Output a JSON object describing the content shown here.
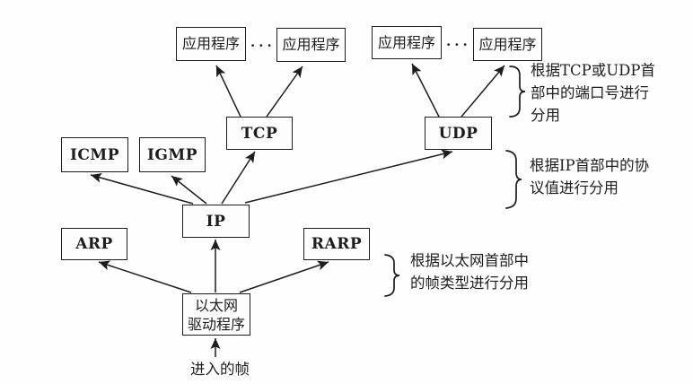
{
  "diagram": {
    "background": "#fefefe",
    "line_color": "#1d1d1d",
    "nodes": {
      "app1": {
        "label": "应用程序"
      },
      "app2": {
        "label": "应用程序"
      },
      "app3": {
        "label": "应用程序"
      },
      "app4": {
        "label": "应用程序"
      },
      "tcp": {
        "label": "TCP"
      },
      "udp": {
        "label": "UDP"
      },
      "icmp": {
        "label": "ICMP"
      },
      "igmp": {
        "label": "IGMP"
      },
      "ip": {
        "label": "IP"
      },
      "arp": {
        "label": "ARP"
      },
      "rarp": {
        "label": "RARP"
      },
      "eth": {
        "lines": [
          "以太网",
          "驱动程序"
        ]
      }
    },
    "ellipsis": "···",
    "annotations": {
      "tcp_udp_ports": {
        "lines": [
          "根据TCP或UDP首",
          "部中的端口号进行",
          "分用"
        ]
      },
      "ip_protocol": {
        "lines": [
          "根据IP首部中的协",
          "议值进行分用"
        ]
      },
      "eth_frame_type": {
        "lines": [
          "根据以太网首部中",
          "的帧类型进行分用"
        ]
      }
    },
    "incoming_frame": {
      "label": "进入的帧"
    }
  }
}
